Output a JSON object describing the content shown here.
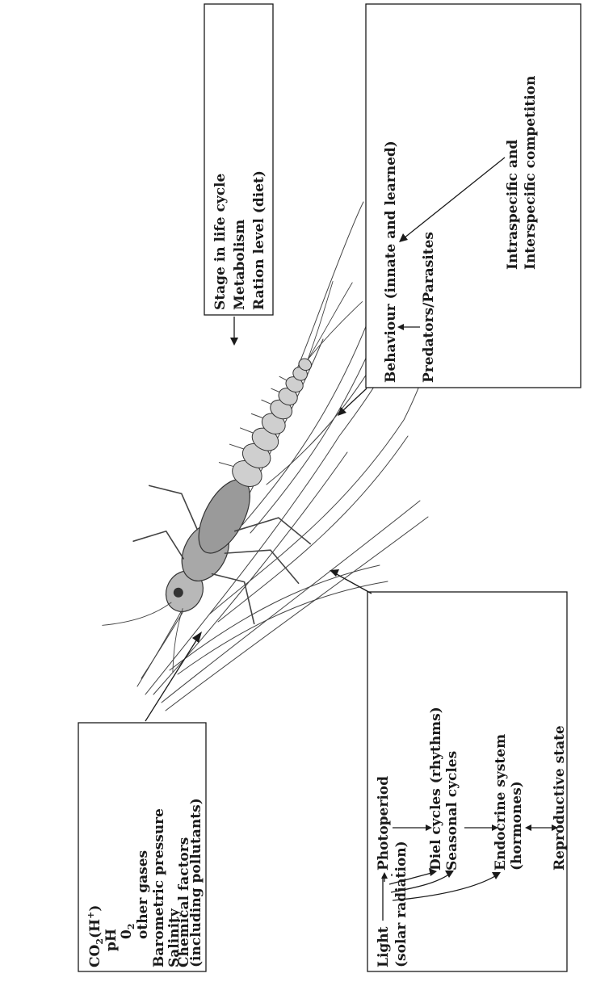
{
  "box_chemical": {
    "co2": "CO",
    "co2_sub": "2",
    "co2_paren": "(H",
    "co2_sup": "+",
    "co2_close": ")",
    "ph": "pH",
    "o2": "0",
    "o2_sub": "2",
    "other_gases": "other gases",
    "barometric": "Barometric pressure",
    "salinity": "Salinity",
    "chemical": "Chemical factors",
    "pollutants": "(including pollutants)"
  },
  "box_light": {
    "light": "Light",
    "solar": "(solar radiation)",
    "photoperiod": "Photoperiod",
    "diel": "Diel cycles (rhythms)",
    "seasonal": "Seasonal cycles",
    "endocrine": "Endocrine system",
    "hormones": "(hormones)",
    "reproductive": "Reproductive state"
  },
  "box_internal": {
    "stage": "Stage in life cycle",
    "metabolism": "Metabolism",
    "ration": "Ration level (diet)"
  },
  "box_biotic": {
    "behaviour": "Behaviour (innate and learned)",
    "predators": "Predators/Parasites",
    "intraspecific": "Intraspecific and",
    "interspecific": "Interspecific competition"
  },
  "illustration": {
    "icon": "mayfly-nymph-icon"
  }
}
